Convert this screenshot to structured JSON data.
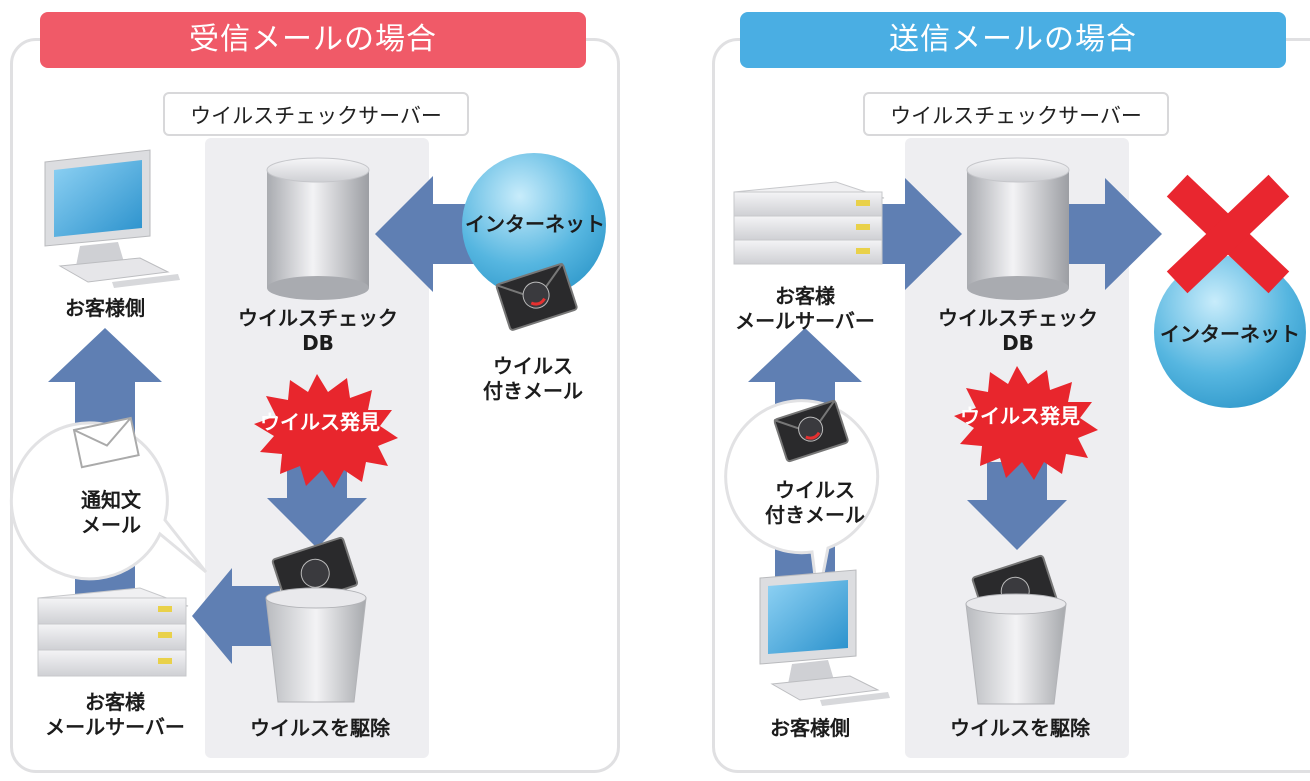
{
  "left": {
    "header": "受信メールの場合",
    "server_box": "ウイルスチェックサーバー",
    "internet": "インターネット",
    "virus_mail": [
      "ウイルス",
      "付きメール"
    ],
    "customer_pc": "お客様側",
    "db": [
      "ウイルスチェック",
      "DB"
    ],
    "virus_found": "ウイルス発見",
    "notice_mail": [
      "通知文",
      "メール"
    ],
    "customer_server": [
      "お客様",
      "メールサーバー"
    ],
    "remove_virus": "ウイルスを駆除"
  },
  "right": {
    "header": "送信メールの場合",
    "server_box": "ウイルスチェックサーバー",
    "customer_server": [
      "お客様",
      "メールサーバー"
    ],
    "db": [
      "ウイルスチェック",
      "DB"
    ],
    "internet": "インターネット",
    "virus_found": "ウイルス発見",
    "virus_mail": [
      "ウイルス",
      "付きメール"
    ],
    "customer_pc": "お客様側",
    "remove_virus": "ウイルスを駆除"
  },
  "colors": {
    "incoming_header": "#f05a68",
    "outgoing_header": "#4aaee3",
    "arrow": "#5f7fb3",
    "burst": "#e8262d",
    "cross": "#e9262f",
    "internet_globe": "#56b6e0"
  }
}
